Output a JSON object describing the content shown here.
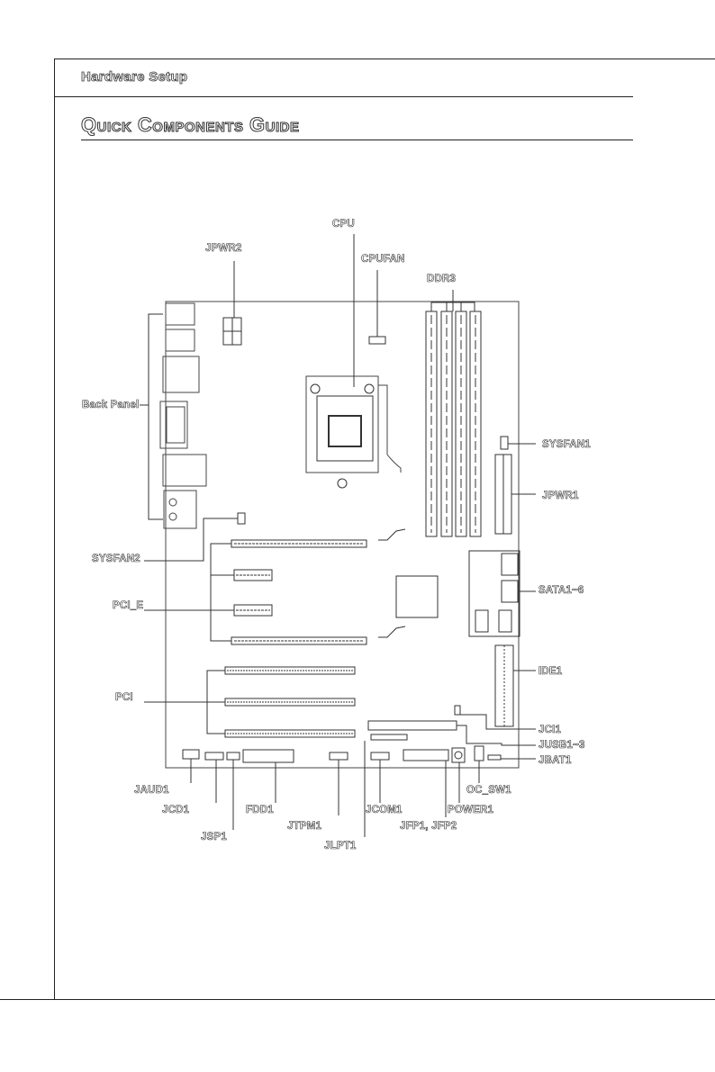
{
  "header": {
    "section": "Hardware Setup"
  },
  "page": {
    "title": "Quick Components Guide"
  },
  "labels": {
    "cpu": "CPU",
    "jpwr2": "JPWR2",
    "cpufan": "CPUFAN",
    "ddr3": "DDR3",
    "back_panel": "Back Panel",
    "sysfan1": "SYSFAN1",
    "jpwr1": "JPWR1",
    "sysfan2": "SYSFAN2",
    "pcie": "PCI_E",
    "sata": "SATA1~6",
    "ide1": "IDE1",
    "pci": "PCI",
    "jci1": "JCI1",
    "jusb": "JUSB1~3",
    "jbat1": "JBAT1",
    "jaud1": "JAUD1",
    "oc_sw1": "OC_SW1",
    "jcd1": "JCD1",
    "fdd1": "FDD1",
    "jcom1": "JCOM1",
    "power1": "POWER1",
    "jsp1": "JSP1",
    "jtpm1": "JTPM1",
    "jfp": "JFP1, JFP2",
    "jlpt1": "JLPT1"
  }
}
